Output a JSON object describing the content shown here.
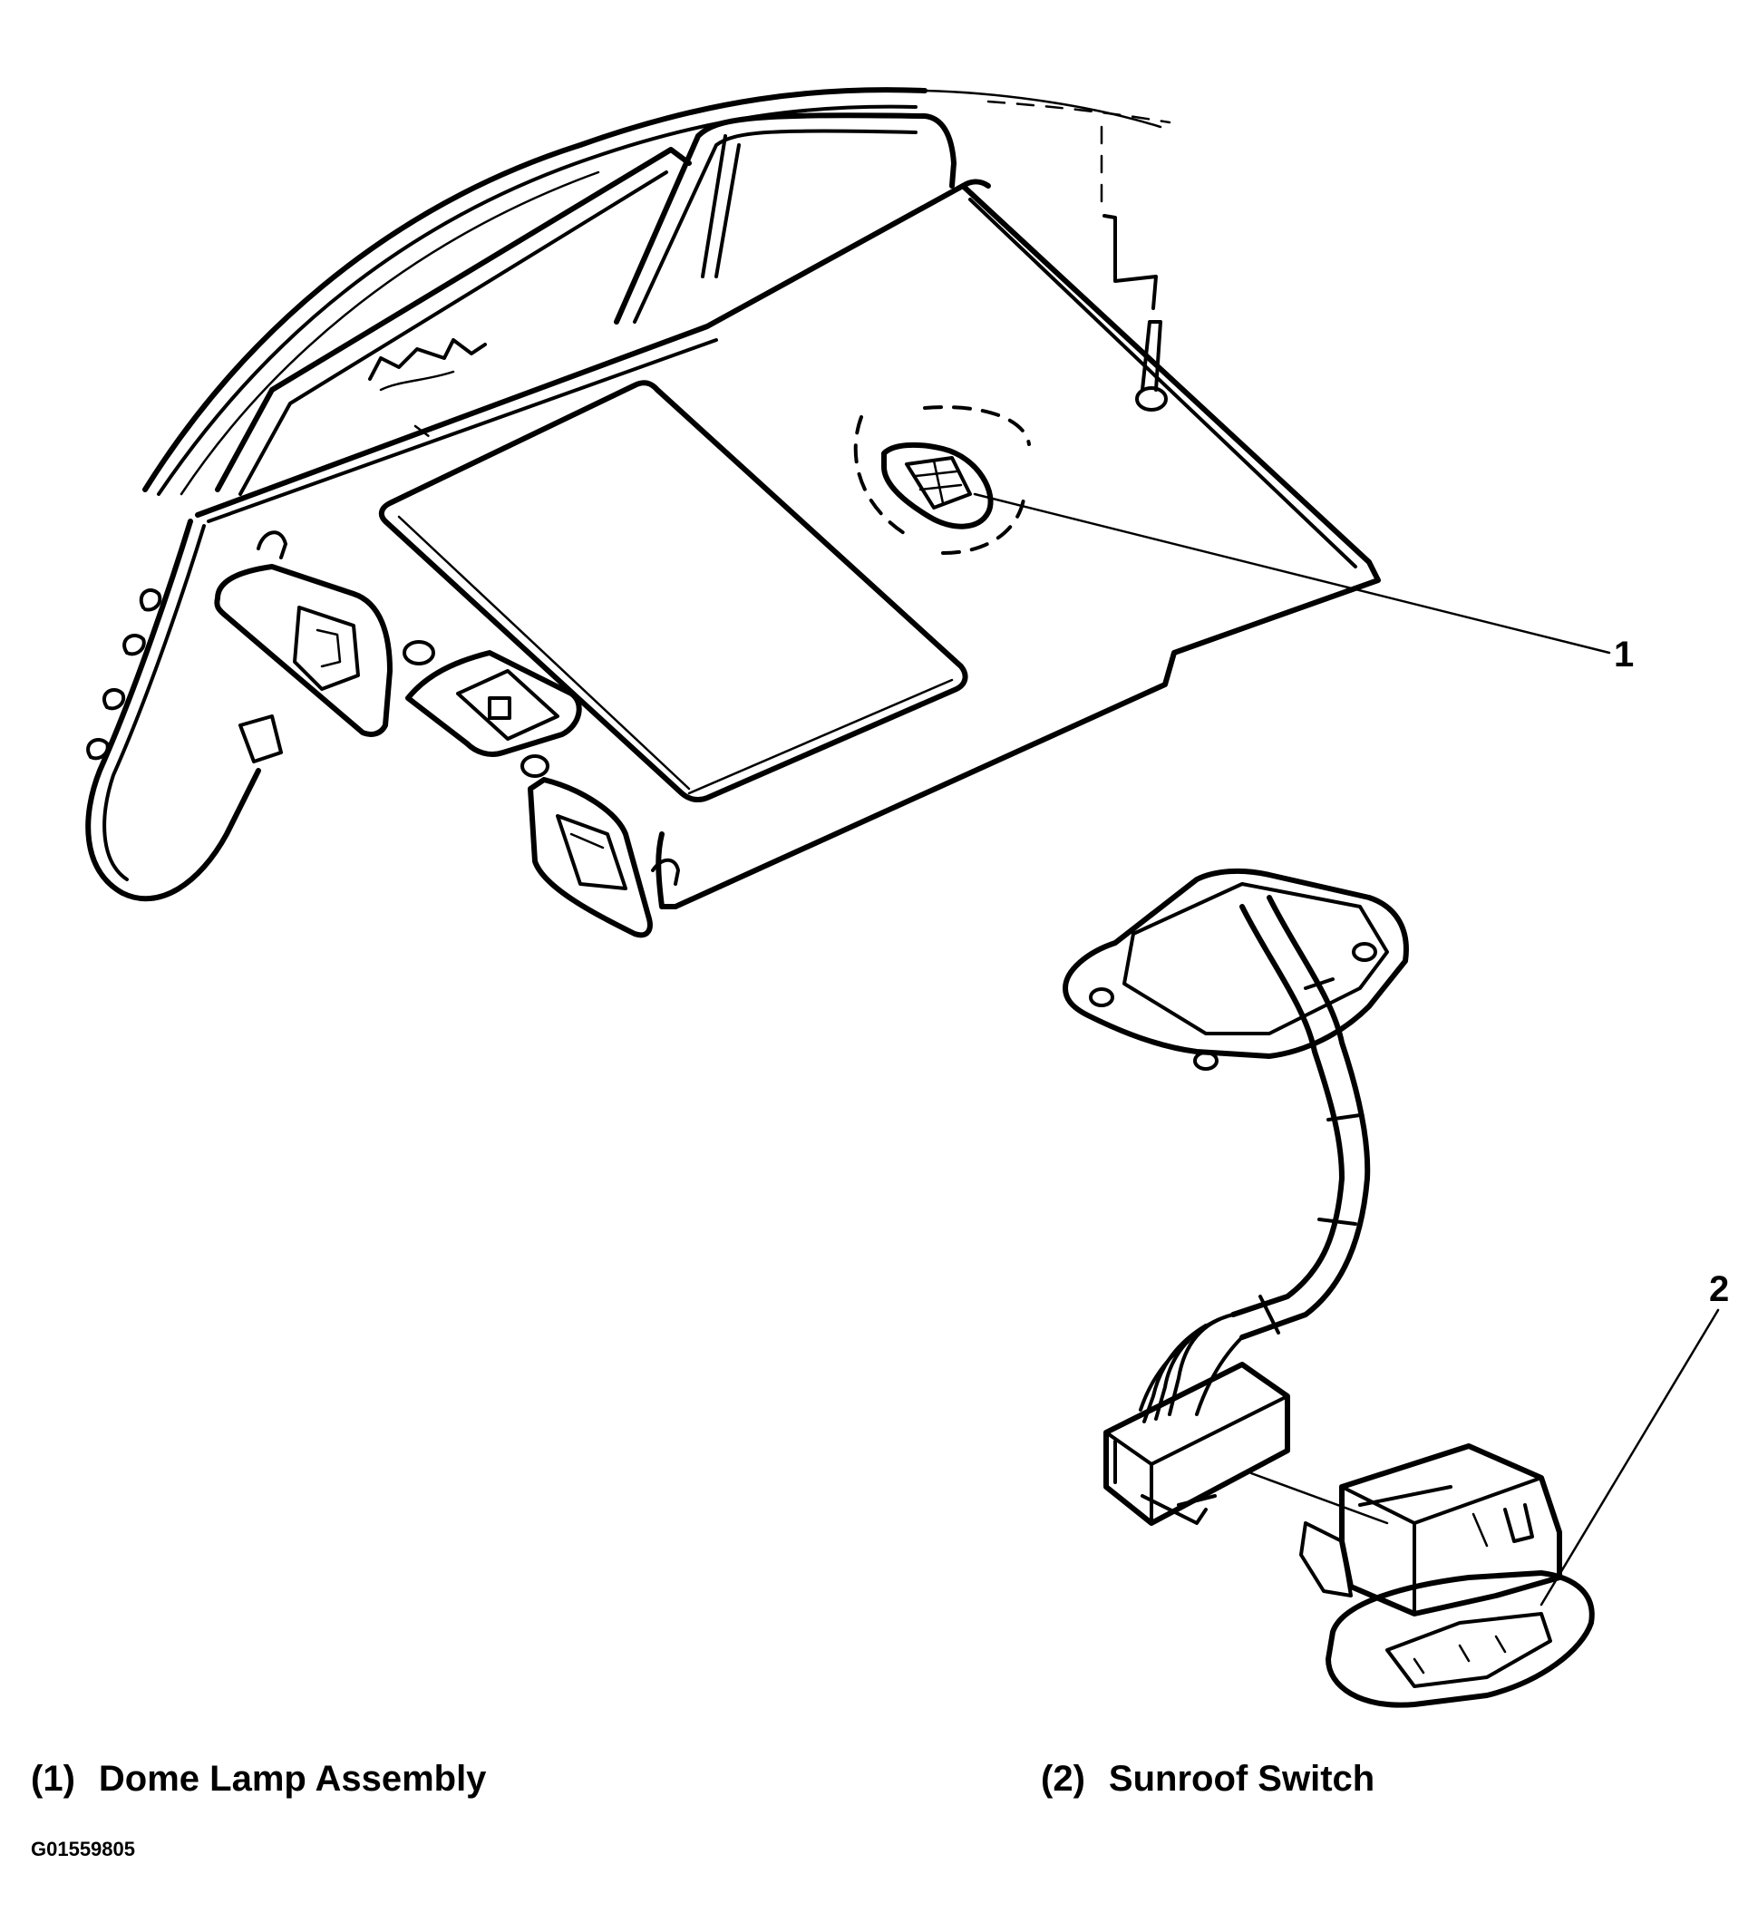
{
  "callouts": [
    {
      "number": "1",
      "label": "Dome Lamp Assembly",
      "legend_number": "(1)"
    },
    {
      "number": "2",
      "label": "Sunroof Switch",
      "legend_number": "(2)"
    }
  ],
  "figure_id": "G01559805",
  "colors": {
    "ink": "#000000",
    "background": "#ffffff"
  }
}
